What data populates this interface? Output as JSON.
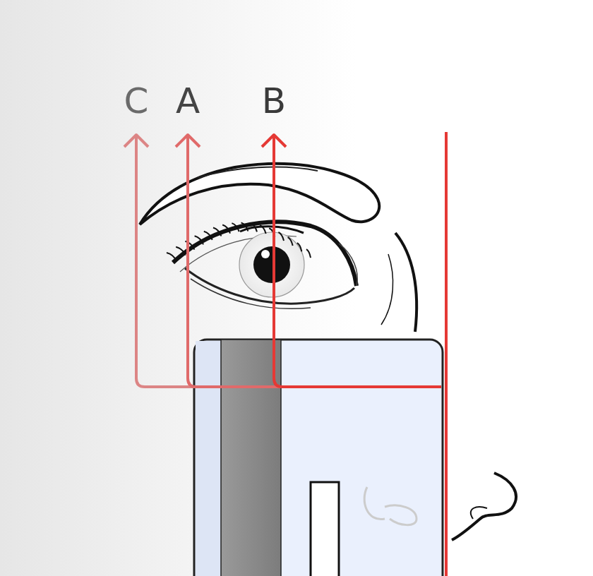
{
  "diagram": {
    "labels": [
      "C",
      "A",
      "B"
    ]
  }
}
